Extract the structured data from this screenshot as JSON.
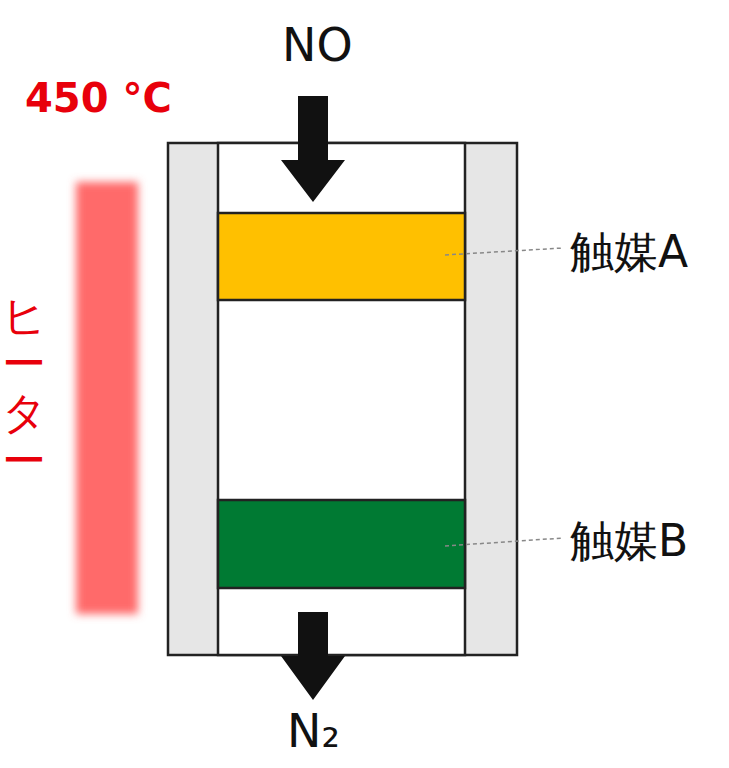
{
  "diagram": {
    "labels": [
      "450 °C",
      "ヒーター",
      "NO",
      "触媒A",
      "触媒B",
      "N₂"
    ]
  }
}
